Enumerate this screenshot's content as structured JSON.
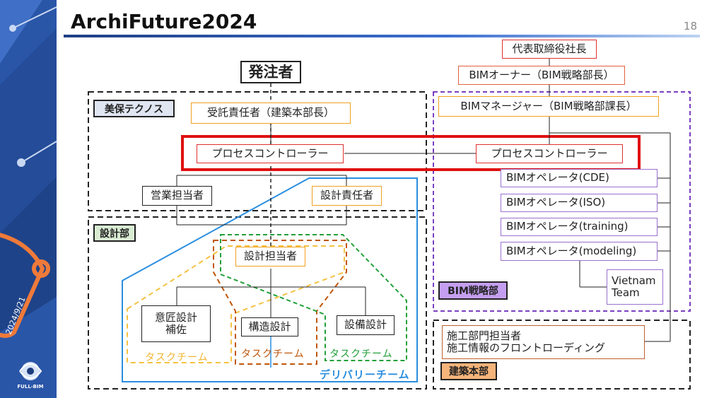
{
  "header": {
    "title": "ArchiFuture2024",
    "page_number": "18"
  },
  "sidebar": {
    "date": "2024/9/21",
    "logo_text": "FULL-BIM"
  },
  "colors": {
    "accent_blue": "#2c5bb5",
    "highlight_red": "#e01010",
    "team_yellow": "#f5c242",
    "team_orange": "#c0560a",
    "team_green": "#22a03a",
    "delivery_blue": "#2a8ee0",
    "bim_purple": "#7a3fc0"
  },
  "diagram": {
    "client": "発注者",
    "miho": {
      "tag": "美保テクノス",
      "contract_manager": "受託責任者（建築本部長）",
      "process_controller": "プロセスコントローラー",
      "sales": "営業担当者",
      "design_manager": "設計責任者"
    },
    "design_dept": {
      "tag": "設計部",
      "designer": "設計担当者",
      "design_assist": "意匠設計\n補佐",
      "structural": "構造設計",
      "mep": "設備設計",
      "task_team": "タスクチーム",
      "delivery_team": "デリバリーチーム"
    },
    "bim_side": {
      "ceo": "代表取締役社長",
      "bim_owner": "BIMオーナー（BIM戦略部長）",
      "bim_manager": "BIMマネージャー（BIM戦略部課長）",
      "process_controller": "プロセスコントローラー",
      "op_cde": "BIMオペレータ(CDE)",
      "op_iso": "BIMオペレータ(ISO)",
      "op_training": "BIMオペレータ(training)",
      "op_modeling": "BIMオペレータ(modeling)",
      "vietnam": "Vietnam\nTeam",
      "bim_dept_tag": "BIM戦略部"
    },
    "construction": {
      "contact": "施工部門担当者",
      "frontloading": "施工情報のフロントローディング",
      "tag": "建築本部"
    }
  }
}
